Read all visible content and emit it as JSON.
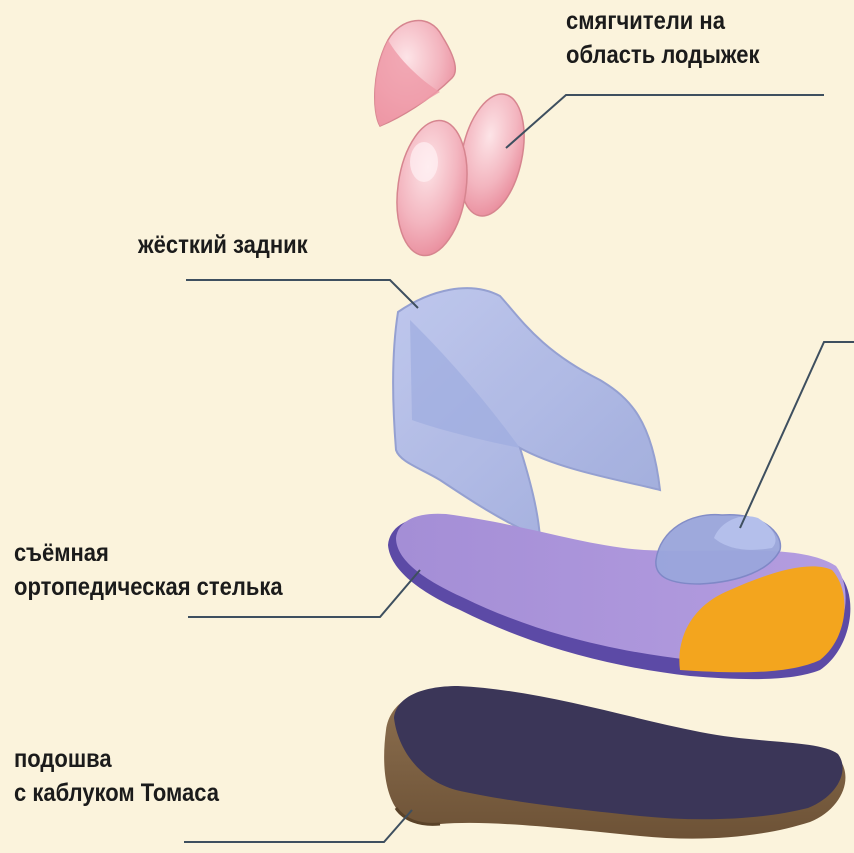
{
  "labels": {
    "ankle_pads": {
      "line1": "смягчители на",
      "line2": "область лодыжек"
    },
    "heel_counter": {
      "line1": "жёсткий задник"
    },
    "insole": {
      "line1": "съёмная",
      "line2": "ортопедическая стелька"
    },
    "sole": {
      "line1": "подошва",
      "line2": "с каблуком Томаса"
    }
  },
  "colors": {
    "background": "#fbf3dc",
    "ankle_pads": "#f3aab6",
    "heel_counter": "#a8b4e6",
    "insole": "#a391d6",
    "insole_toe": "#f3a51e",
    "sole_top": "#3b3658",
    "sole_heel": "#8a6d4a",
    "leader_lines": "#3e4f5f"
  }
}
